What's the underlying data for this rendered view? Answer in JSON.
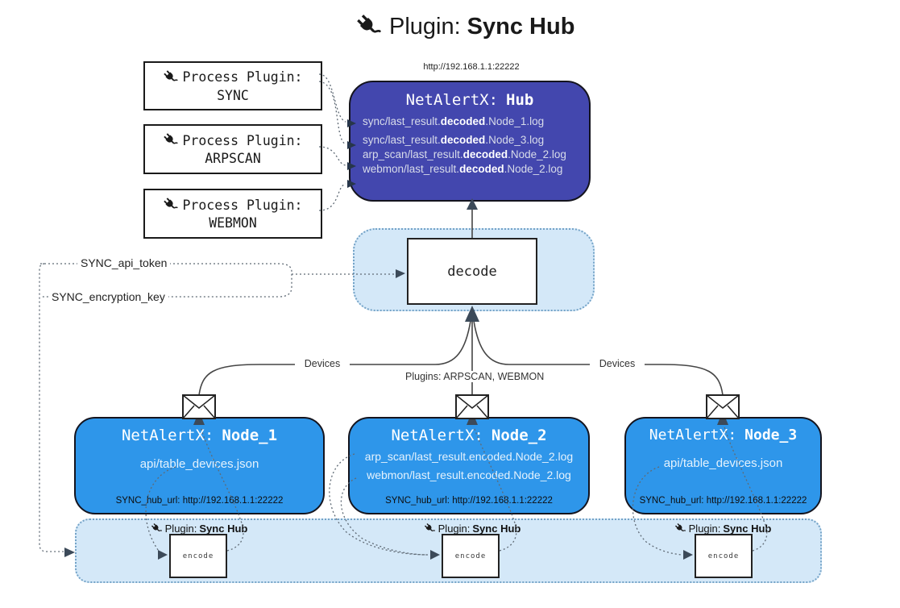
{
  "title": {
    "prefix": "Plugin:",
    "name": "Sync Hub"
  },
  "hub": {
    "url": "http://192.168.1.1:22222",
    "title_prefix": "NetAlertX:",
    "title_name": "Hub",
    "logs": [
      {
        "pre": "sync/last_result.",
        "bold": "decoded",
        "post": ".Node_1.log"
      },
      {
        "pre": "sync/last_result.",
        "bold": "decoded",
        "post": ".Node_3.log"
      },
      {
        "pre": "arp_scan/last_result.",
        "bold": "decoded",
        "post": ".Node_2.log"
      },
      {
        "pre": "webmon/last_result.",
        "bold": "decoded",
        "post": ".Node_2.log"
      }
    ]
  },
  "process_plugins": [
    {
      "label": "Process Plugin:",
      "name": "SYNC"
    },
    {
      "label": "Process Plugin:",
      "name": "ARPSCAN"
    },
    {
      "label": "Process Plugin:",
      "name": "WEBMON"
    }
  ],
  "decode": {
    "label": "decode"
  },
  "config": {
    "api_token": "SYNC_api_token",
    "encryption_key": "SYNC_encryption_key"
  },
  "edge_labels": {
    "devices_left": "Devices",
    "devices_right": "Devices",
    "plugins_mid": "Plugins: ARPSCAN, WEBMON"
  },
  "nodes": [
    {
      "title_prefix": "NetAlertX:",
      "title_name": "Node_1",
      "files": [
        "api/table_devices.json"
      ],
      "hub_url": "SYNC_hub_url: http://192.168.1.1:22222"
    },
    {
      "title_prefix": "NetAlertX:",
      "title_name": "Node_2",
      "files": [
        "arp_scan/last_result.encoded.Node_2.log",
        "webmon/last_result.encoded.Node_2.log"
      ],
      "hub_url": "SYNC_hub_url: http://192.168.1.1:22222"
    },
    {
      "title_prefix": "NetAlertX:",
      "title_name": "Node_3",
      "files": [
        "api/table_devices.json"
      ],
      "hub_url": "SYNC_hub_url: http://192.168.1.1:22222"
    }
  ],
  "encoders": [
    {
      "label_prefix": "Plugin:",
      "label_name": "Sync Hub",
      "box_label": "encode"
    },
    {
      "label_prefix": "Plugin:",
      "label_name": "Sync Hub",
      "box_label": "encode"
    },
    {
      "label_prefix": "Plugin:",
      "label_name": "Sync Hub",
      "box_label": "encode"
    }
  ],
  "colors": {
    "hub_bg": "#4347ae",
    "node_bg": "#2e96ea",
    "panel_bg": "#d4e8f8",
    "panel_border": "#74a3c7",
    "arrow": "#3c4a59"
  }
}
